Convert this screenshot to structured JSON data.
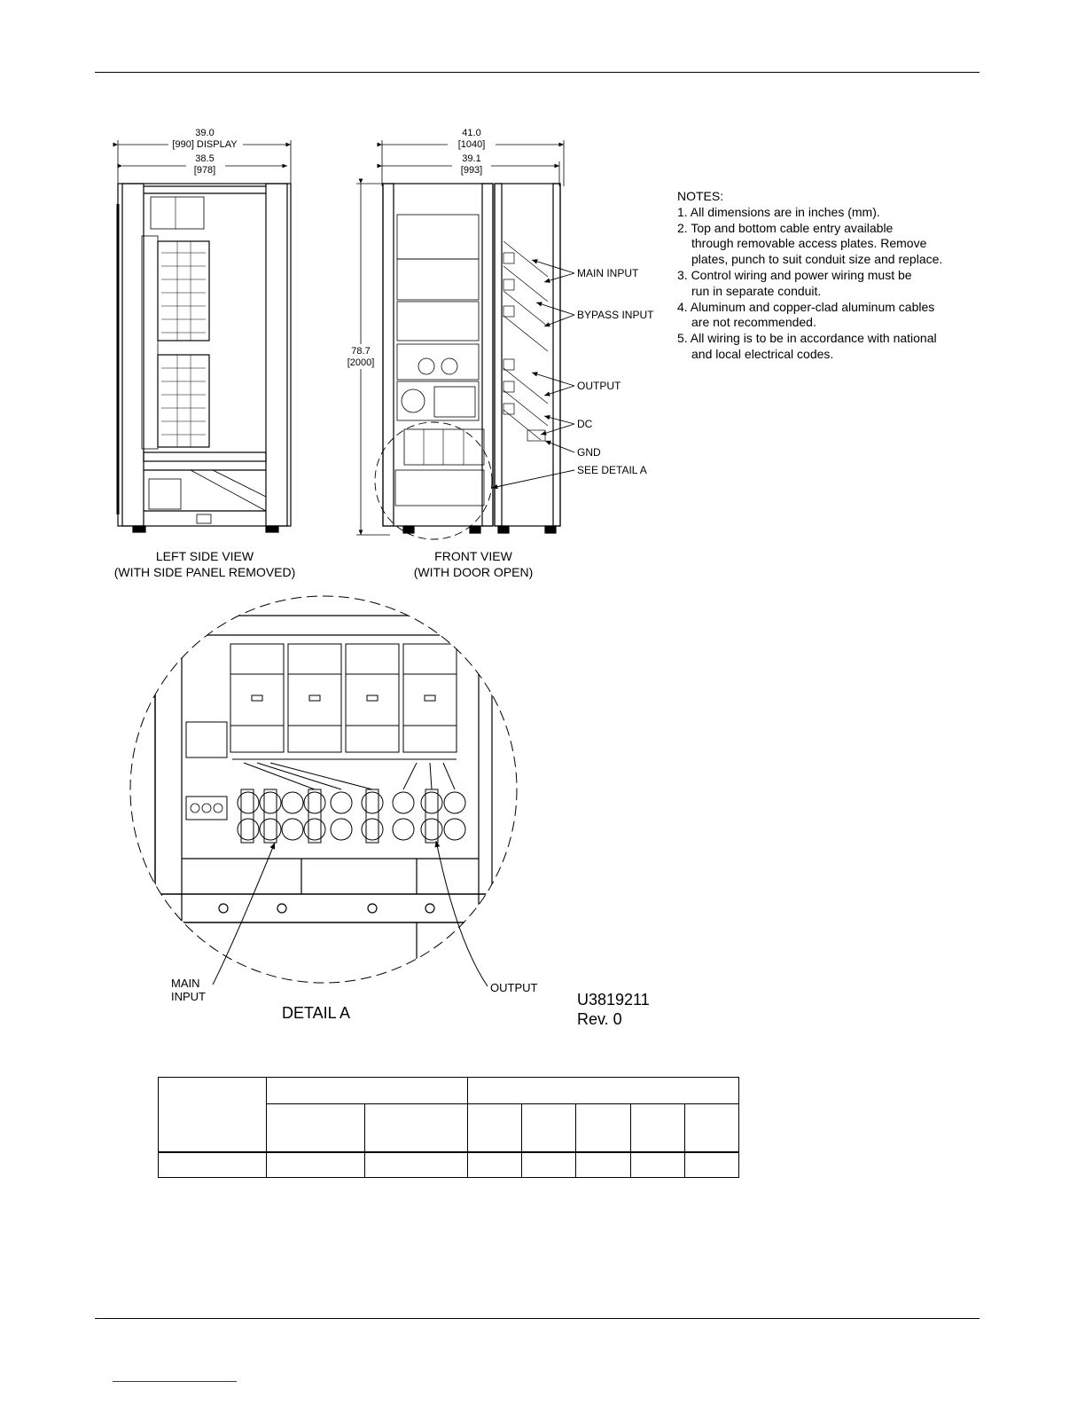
{
  "dimensions": {
    "side_width_display": "39.0",
    "side_width_display_mm": "[990] DISPLAY",
    "side_width": "38.5",
    "side_width_mm": "[978]",
    "front_width_overall": "41.0",
    "front_width_overall_mm": "[1040]",
    "front_width": "39.1",
    "front_width_mm": "[993]",
    "height": "78.7",
    "height_mm": "[2000]"
  },
  "callouts": {
    "main_input": "MAIN INPUT",
    "bypass_input": "BYPASS INPUT",
    "output": "OUTPUT",
    "dc": "DC",
    "gnd": "GND",
    "see_detail": "SEE DETAIL A"
  },
  "captions": {
    "left_view_1": "LEFT SIDE VIEW",
    "left_view_2": "(WITH SIDE PANEL REMOVED)",
    "front_view_1": "FRONT VIEW",
    "front_view_2": "(WITH DOOR OPEN)"
  },
  "notes": {
    "title": "NOTES:",
    "n1": "1. All dimensions are in inches (mm).",
    "n2a": "2. Top and bottom cable entry available",
    "n2b": "through removable access plates. Remove",
    "n2c": "plates, punch to suit conduit size and replace.",
    "n3a": "3. Control wiring and power wiring must be",
    "n3b": "run in separate conduit.",
    "n4a": "4. Aluminum and copper-clad aluminum cables",
    "n4b": "are not recommended.",
    "n5a": "5. All wiring is to be in accordance with national",
    "n5b": "and local electrical codes."
  },
  "detail": {
    "title": "DETAIL A",
    "main_input_1": "MAIN",
    "main_input_2": "INPUT",
    "output": "OUTPUT",
    "drawing_number": "U3819211",
    "revision": "Rev. 0"
  }
}
